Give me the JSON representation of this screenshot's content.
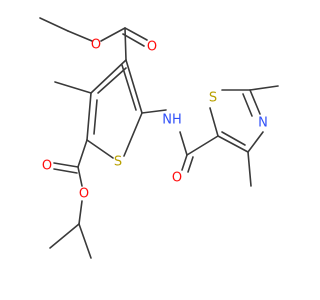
{
  "diagram": {
    "type": "chemical-structure",
    "atom_labels": {
      "ester_top_O_double": "O",
      "ester_top_O_single": "O",
      "amide_N": "NH",
      "thiophene_S": "S",
      "ester_bottom_O_double": "O",
      "ester_bottom_O_single": "O",
      "amide_O": "O",
      "thiazole_S": "S",
      "thiazole_N": "N"
    },
    "colors": {
      "bond": "#3a3a3a",
      "oxygen": "#ff0d0d",
      "nitrogen": "#3050f8",
      "sulfur": "#b8a000"
    }
  }
}
